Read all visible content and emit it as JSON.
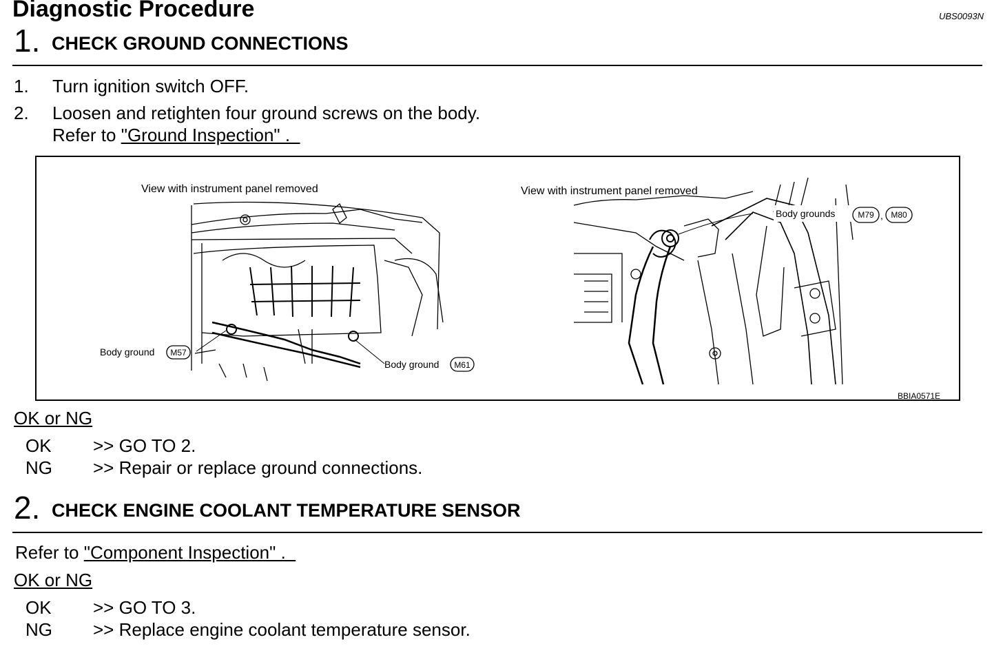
{
  "header": {
    "title": "Diagnostic Procedure",
    "doc_id": "UBS0093N"
  },
  "step1": {
    "number": "1.",
    "title": "CHECK GROUND CONNECTIONS",
    "items": [
      {
        "num": "1.",
        "text": "Turn ignition switch OFF."
      },
      {
        "num": "2.",
        "text": "Loosen and retighten four ground screws on the body."
      }
    ],
    "refer_prefix": "Refer to ",
    "refer_link": "\"Ground Inspection\" .  ",
    "figure": {
      "left_caption": "View with instrument panel removed",
      "right_caption": "View with instrument panel removed",
      "left_label_a": "Body ground",
      "left_connector_a": "M57",
      "left_label_b": "Body ground",
      "left_connector_b": "M61",
      "right_label": "Body grounds",
      "right_connector_a": "M79",
      "right_separator": ",",
      "right_connector_b": "M80",
      "figure_code": "BBIA0571E"
    },
    "result_heading": "OK or NG",
    "results": [
      {
        "code": "OK",
        "action": ">> GO TO 2."
      },
      {
        "code": "NG",
        "action": ">> Repair or replace ground connections."
      }
    ]
  },
  "step2": {
    "number": "2.",
    "title": "CHECK ENGINE COOLANT TEMPERATURE SENSOR",
    "refer_prefix": "Refer to ",
    "refer_link": "\"Component Inspection\" .  ",
    "result_heading": "OK or NG",
    "results": [
      {
        "code": "OK",
        "action": ">> GO TO 3."
      },
      {
        "code": "NG",
        "action": ">> Replace engine coolant temperature sensor."
      }
    ]
  }
}
